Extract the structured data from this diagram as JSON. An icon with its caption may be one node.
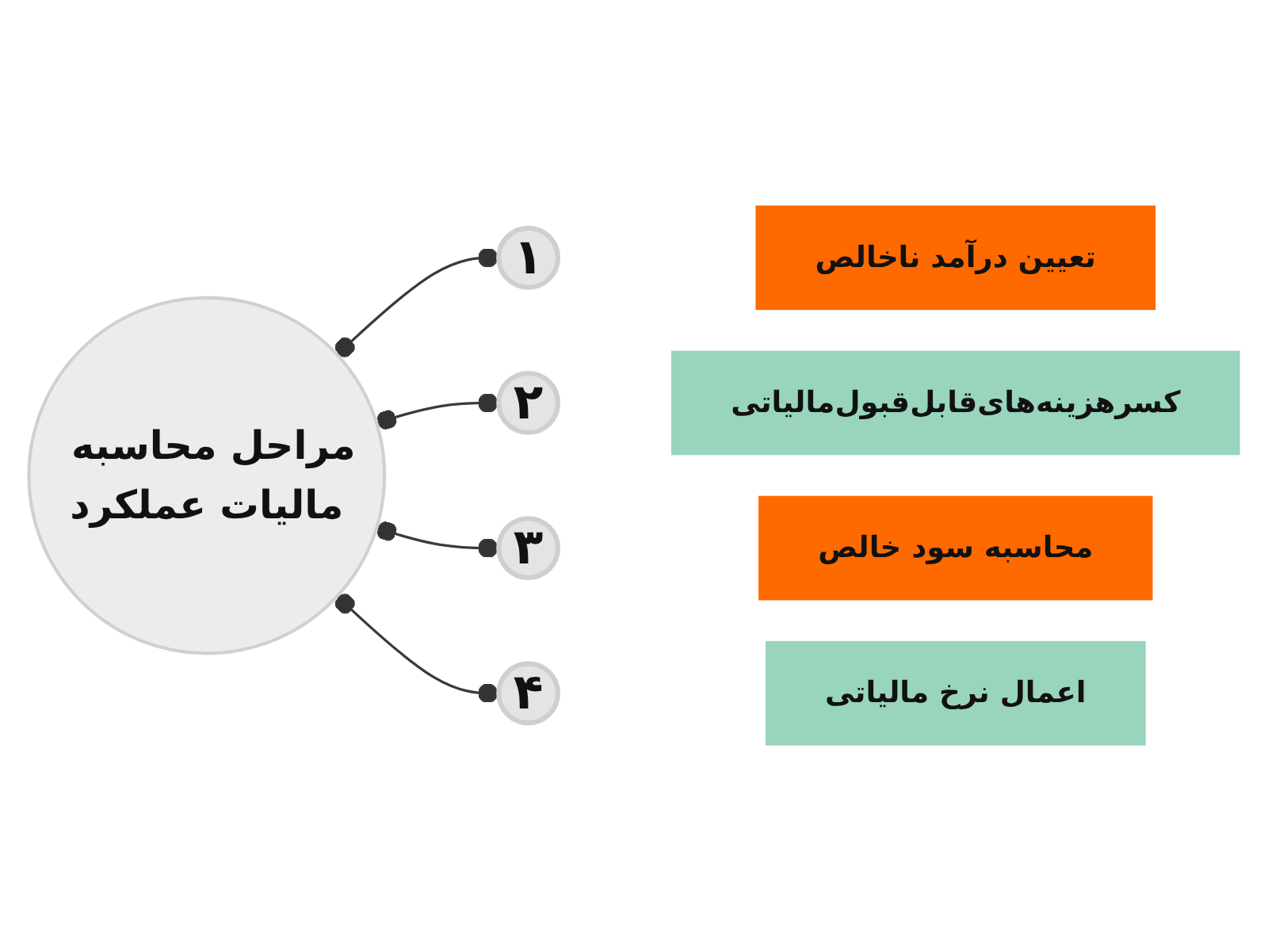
{
  "diagram": {
    "nodes": [
      {
        "text": [
          "مراحل محاسبه مالیات عملکرد"
        ]
      },
      {
        "text": [
          "۱"
        ]
      },
      {
        "text": [
          "تعیین درآمد ناخالص"
        ]
      },
      {
        "text": [
          "۲"
        ]
      },
      {
        "text": [
          "کسرهزینه‌های‌قابل‌قبول‌مالیاتی"
        ]
      },
      {
        "text": [
          "۳"
        ]
      },
      {
        "text": [
          "محاسبه سود خالص"
        ]
      },
      {
        "text": [
          "۴"
        ]
      },
      {
        "text": [
          "اعمال نرخ مالیاتی"
        ]
      }
    ],
    "edges": [
      {
        "from": 0,
        "to": 1,
        "arrow": "other"
      },
      {
        "from": 0,
        "to": 3,
        "arrow": "other"
      },
      {
        "from": 0,
        "to": 5,
        "arrow": "other"
      },
      {
        "from": 0,
        "to": 7,
        "arrow": "other"
      }
    ]
  }
}
